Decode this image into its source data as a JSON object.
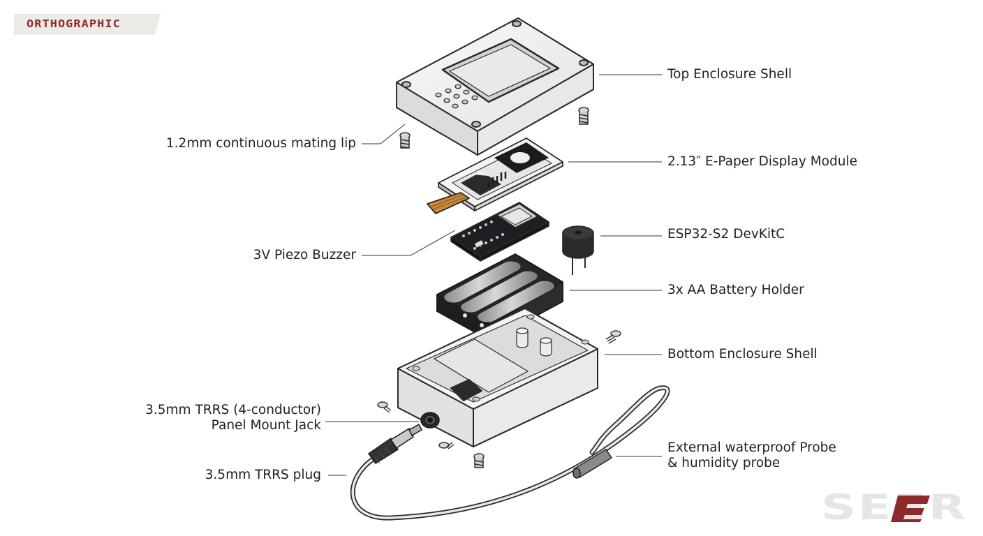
{
  "badge": "ORTHOGRAPHIC",
  "labels": {
    "top_shell": "Top Enclosure Shell",
    "mating_lip": "1.2mm continuous mating lip",
    "epaper": "2.13″ E-Paper Display Module",
    "esp32": "ESP32-S2 DevKitC",
    "piezo": "3V Piezo Buzzer",
    "battery": "3x AA Battery Holder",
    "bottom_shell": "Bottom Enclosure Shell",
    "jack_line1": "3.5mm TRRS (4-conductor)",
    "jack_line2": "Panel Mount Jack",
    "plug": "3.5mm TRRS plug",
    "probe_line1": "External waterproof Probe",
    "probe_line2": "& humidity probe"
  },
  "logo": "SEER",
  "colors": {
    "line": "#2a2a2a",
    "shell": "#eeeeec",
    "accent": "#8f2a2c",
    "pcb": "#1d1f22",
    "holder": "#262626"
  }
}
